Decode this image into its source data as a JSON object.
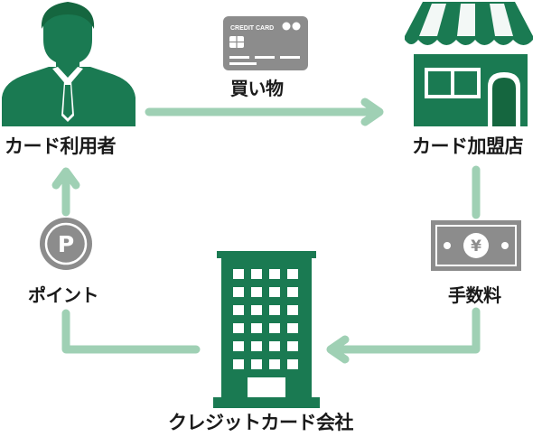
{
  "nodes": {
    "card_user": "カード利用者",
    "merchant": "カード加盟店",
    "card_company": "クレジットカード会社"
  },
  "flows": {
    "purchase": "買い物",
    "fee": "手数料",
    "points": "ポイント"
  },
  "icons": {
    "card_text": "CREDIT CARD",
    "points_symbol": "P",
    "yen_symbol": "¥"
  },
  "colors": {
    "primary_green": "#1a7a52",
    "arrow_green": "#9fd0b4",
    "gray": "#8c8c8c"
  }
}
